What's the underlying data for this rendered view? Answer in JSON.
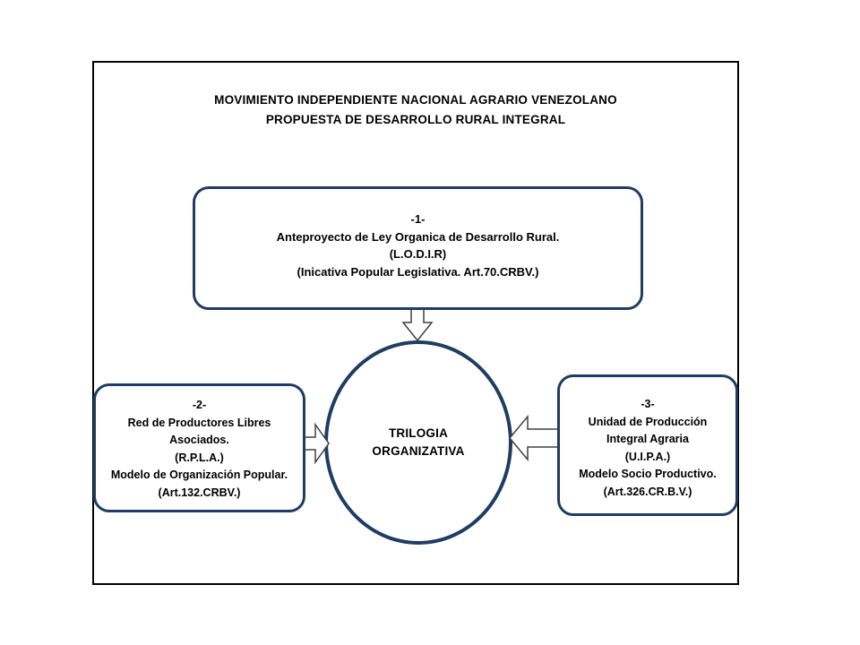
{
  "colors": {
    "shape_border": "#1f3c64",
    "outer_border": "#000000",
    "arrow_outline": "#404040",
    "arrow_fill": "#ffffff",
    "text": "#000000"
  },
  "header": {
    "line1": "MOVIMIENTO INDEPENDIENTE NACIONAL AGRARIO VENEZOLANO",
    "line2": "PROPUESTA DE DESARROLLO RURAL INTEGRAL"
  },
  "boxes": {
    "box1": {
      "lines": [
        "-1-",
        "Anteproyecto de Ley Organica de Desarrollo Rural.",
        "(L.O.D.I.R)",
        "(Inicativa Popular Legislativa. Art.70.CRBV.)"
      ]
    },
    "box2": {
      "lines": [
        "-2-",
        "Red de Productores Libres",
        "Asociados.",
        "(R.P.L.A.)",
        "Modelo de Organización Popular.",
        "(Art.132.CRBV.)"
      ]
    },
    "box3": {
      "lines": [
        "-3-",
        "Unidad de Producción",
        "Integral Agraria",
        "(U.I.P.A.)",
        "Modelo Socio Productivo.",
        "(Art.326.CR.B.V.)"
      ]
    }
  },
  "circle": {
    "lines": [
      "TRILOGIA",
      "ORGANIZATIVA"
    ]
  },
  "icons": {
    "down_arrow": "block-arrow-down",
    "right_arrow": "block-arrow-right",
    "left_arrow": "block-arrow-left"
  }
}
